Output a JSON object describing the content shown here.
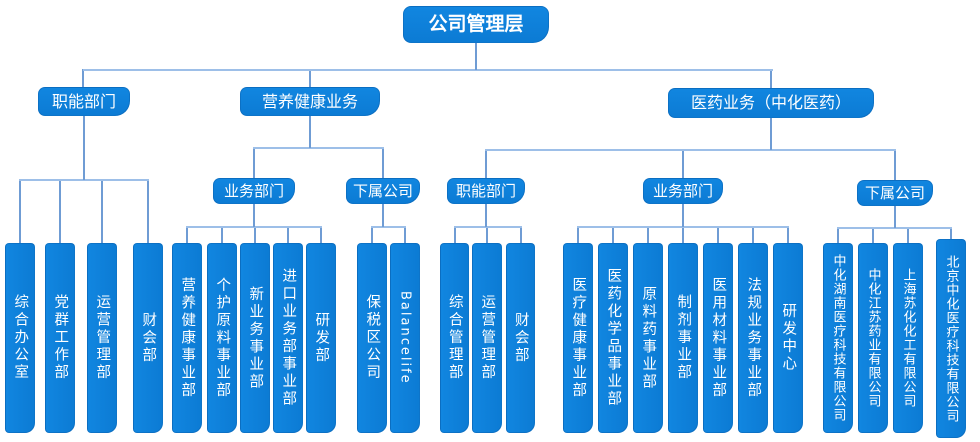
{
  "org": {
    "root": {
      "label": "公司管理层"
    },
    "branches": [
      {
        "label": "职能部门",
        "children": [
          "综合办公室",
          "党群工作部",
          "运营管理部",
          "财会部"
        ]
      },
      {
        "label": "营养健康业务",
        "groups": [
          {
            "label": "业务部门",
            "children": [
              "营养健康事业部",
              "个护原料事业部",
              "新业务事业部",
              "进口业务部事业部",
              "研发部"
            ]
          },
          {
            "label": "下属公司",
            "children": [
              "保税区公司",
              "Balancelife"
            ]
          }
        ]
      },
      {
        "label": "医药业务（中化医药）",
        "groups": [
          {
            "label": "职能部门",
            "children": [
              "综合管理部",
              "运营管理部",
              "财会部"
            ]
          },
          {
            "label": "业务部门",
            "children": [
              "医疗健康事业部",
              "医药化学品事业部",
              "原料药事业部",
              "制剂事业部",
              "医用材料事业部",
              "法规业务事业部",
              "研发中心"
            ]
          },
          {
            "label": "下属公司",
            "children": [
              "中化湖南医疗科技有限公司",
              "中化江苏药业有限公司",
              "上海苏化化工有限公司",
              "北京中化医疗科技有限公司"
            ]
          }
        ]
      }
    ]
  },
  "colors": {
    "box_fill": "#0d7fd9",
    "box_text": "#ffffff",
    "connector_h": "#9dbfe8",
    "connector_v": "#6f9cd4",
    "background": "#ffffff"
  }
}
